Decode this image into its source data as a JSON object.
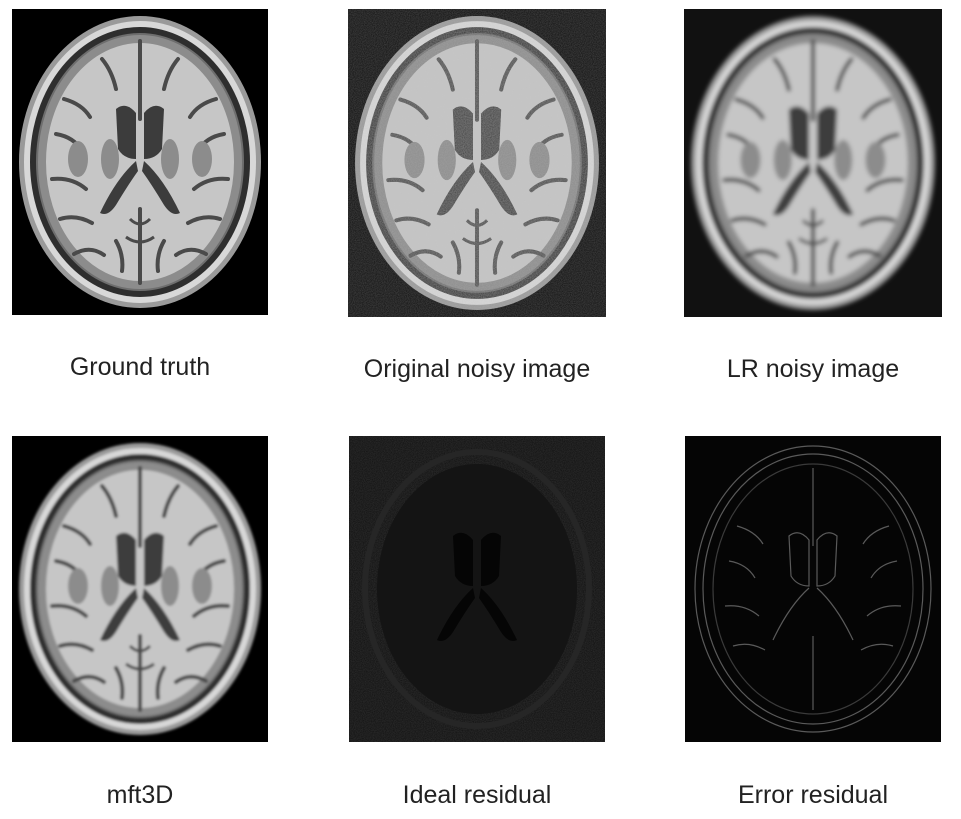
{
  "figure": {
    "panels": [
      {
        "caption": "Ground truth",
        "kind": "clean",
        "background": "#000000"
      },
      {
        "caption": "Original noisy image",
        "kind": "noisy",
        "background": "#0b0b0b"
      },
      {
        "caption": "LR noisy image",
        "kind": "blurred",
        "background": "#111111"
      },
      {
        "caption": "mft3D",
        "kind": "blurred",
        "background": "#000000"
      },
      {
        "caption": "Ideal residual",
        "kind": "residual-faint",
        "background": "#0d0d0d"
      },
      {
        "caption": "Error residual",
        "kind": "residual-edges",
        "background": "#050505"
      }
    ]
  }
}
